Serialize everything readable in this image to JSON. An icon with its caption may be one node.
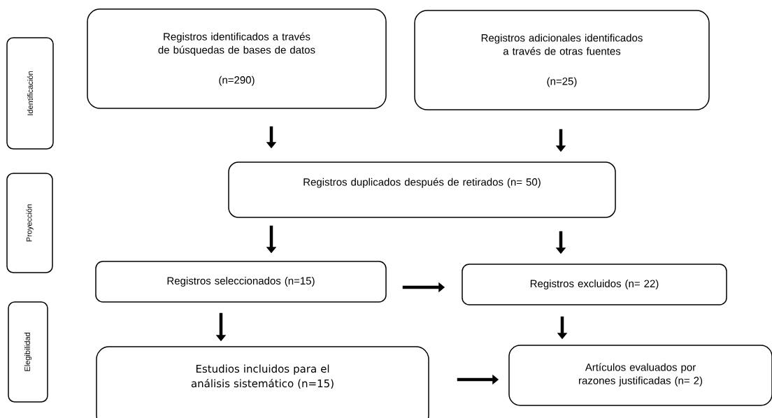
{
  "diagram": {
    "nodes": [
      {
        "text": [
          "Identificación"
        ]
      },
      {
        "text": [
          "Proyección"
        ]
      },
      {
        "text": [
          "Elegibilidad"
        ]
      },
      {
        "text": [
          "Registros identificados a través de búsquedas de bases de datos",
          "(n=290)"
        ]
      },
      {
        "text": [
          "Registros adicionales identificados a través de otras fuentes",
          "(n=25)"
        ]
      },
      {
        "text": [
          "Registros duplicados después de retirados (n= 50)"
        ]
      },
      {
        "text": [
          "Registros seleccionados (n=15)"
        ]
      },
      {
        "text": [
          "Registros excluidos (n= 22)"
        ]
      },
      {
        "text": [
          "Estudios incluidos para el análisis sistemático (n=15)"
        ]
      },
      {
        "text": [
          "Artículos evaluados por razones justificadas (n= 2)"
        ]
      }
    ],
    "edges": [
      {
        "from": 3,
        "to": 5,
        "arrow": "to"
      },
      {
        "from": 4,
        "to": 5,
        "arrow": "to"
      },
      {
        "from": 5,
        "to": 6,
        "arrow": "to"
      },
      {
        "from": 5,
        "to": 7,
        "arrow": "to"
      },
      {
        "from": 6,
        "to": 8,
        "arrow": "to"
      },
      {
        "from": 7,
        "to": 9,
        "arrow": "to"
      },
      {
        "from": 6,
        "to": 7,
        "arrow": "to"
      },
      {
        "from": 8,
        "to": 9,
        "arrow": "to"
      }
    ]
  }
}
